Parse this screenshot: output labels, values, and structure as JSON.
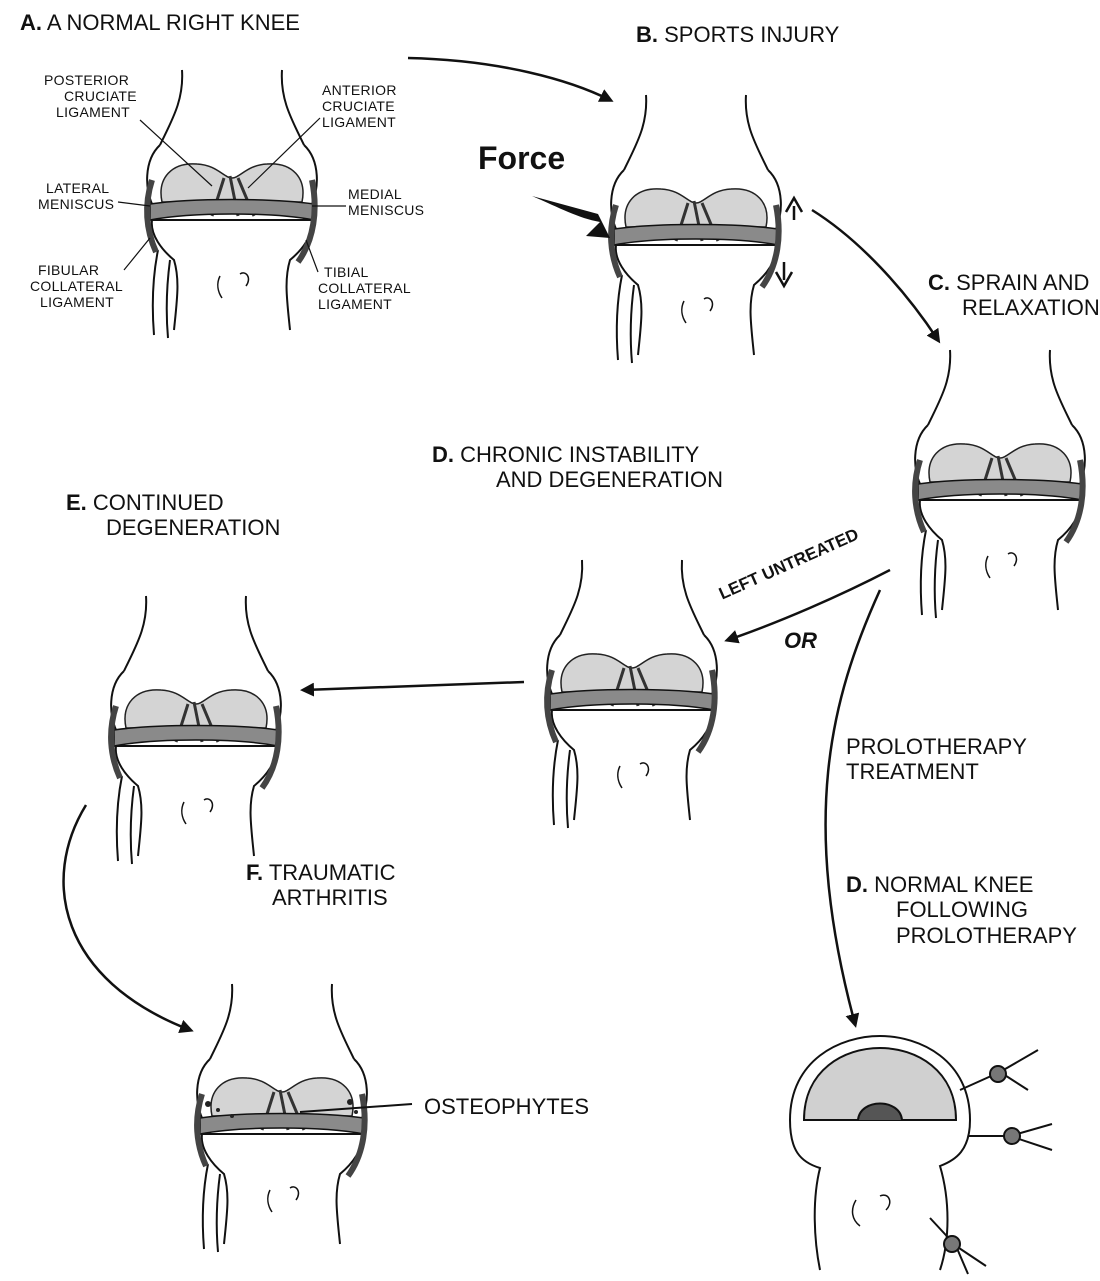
{
  "panels": {
    "a": {
      "letter": "A.",
      "title": "A normal right knee"
    },
    "b": {
      "letter": "B.",
      "title": "Sports Injury"
    },
    "c": {
      "letter": "C.",
      "line1": "Sprain and",
      "line2": "relaxation"
    },
    "d1": {
      "letter": "D.",
      "line1": "Chronic instability",
      "line2": "and degeneration"
    },
    "e": {
      "letter": "E.",
      "line1": "Continued",
      "line2": "degeneration"
    },
    "f": {
      "letter": "F.",
      "line1": "Traumatic",
      "line2": "arthritis"
    },
    "d2": {
      "letter": "D.",
      "line1": "Normal knee",
      "line2": "following",
      "line3": "Prolotherapy"
    }
  },
  "ligament_labels": {
    "pcl": [
      "Posterior",
      "cruciate",
      "ligament"
    ],
    "acl": [
      "Anterior",
      "cruciate",
      "ligament"
    ],
    "lateral_meniscus": [
      "Lateral",
      "meniscus"
    ],
    "medial_meniscus": [
      "Medial",
      "meniscus"
    ],
    "fibular": [
      "Fibular",
      "collateral",
      "ligament"
    ],
    "tibial": [
      "Tibial",
      "collateral",
      "ligament"
    ]
  },
  "force_label": "Force",
  "left_untreated": "Left Untreated",
  "or_label": "OR",
  "prolotherapy": {
    "line1": "Prolotherapy",
    "line2": "Treatment"
  },
  "osteophytes": "Osteophytes",
  "colors": {
    "ink": "#111111",
    "cartilage": "#cfcfcf",
    "dark": "#555555"
  }
}
